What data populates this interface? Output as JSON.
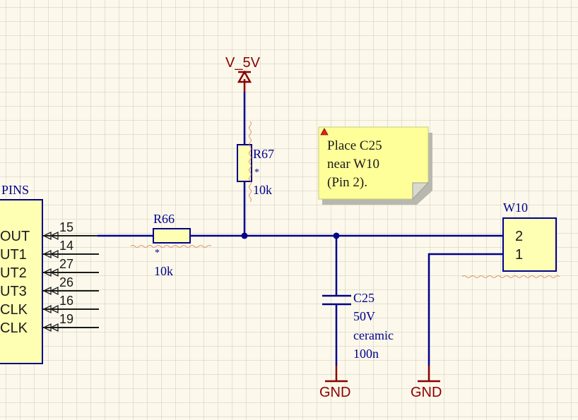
{
  "colors": {
    "background": "#fcf9ec",
    "wire": "#00008b",
    "power": "#8b0000",
    "pin": "#1a1a1a",
    "part_fill": "#ffffb4",
    "note_fill": "#ffff99"
  },
  "connector_pins": {
    "ref": "PINS",
    "pins": [
      {
        "name": "OUT",
        "number": "15"
      },
      {
        "name": "UT1",
        "number": "14"
      },
      {
        "name": "UT2",
        "number": "27"
      },
      {
        "name": "UT3",
        "number": "26"
      },
      {
        "name": "CLK",
        "number": "16"
      },
      {
        "name": "CLK",
        "number": "19"
      }
    ]
  },
  "r66": {
    "designator": "R66",
    "value": "10k",
    "marker": "*"
  },
  "r67": {
    "designator": "R67",
    "value": "10k",
    "marker": "*"
  },
  "c25": {
    "designator": "C25",
    "voltage": "50V",
    "dielectric": "ceramic",
    "value": "100n"
  },
  "w10": {
    "designator": "W10",
    "pins": [
      "2",
      "1"
    ]
  },
  "power_supply": {
    "net": "V_5V"
  },
  "grounds": [
    "GND",
    "GND"
  ],
  "note": {
    "lines": [
      "Place C25",
      "near W10",
      "(Pin 2)."
    ]
  }
}
